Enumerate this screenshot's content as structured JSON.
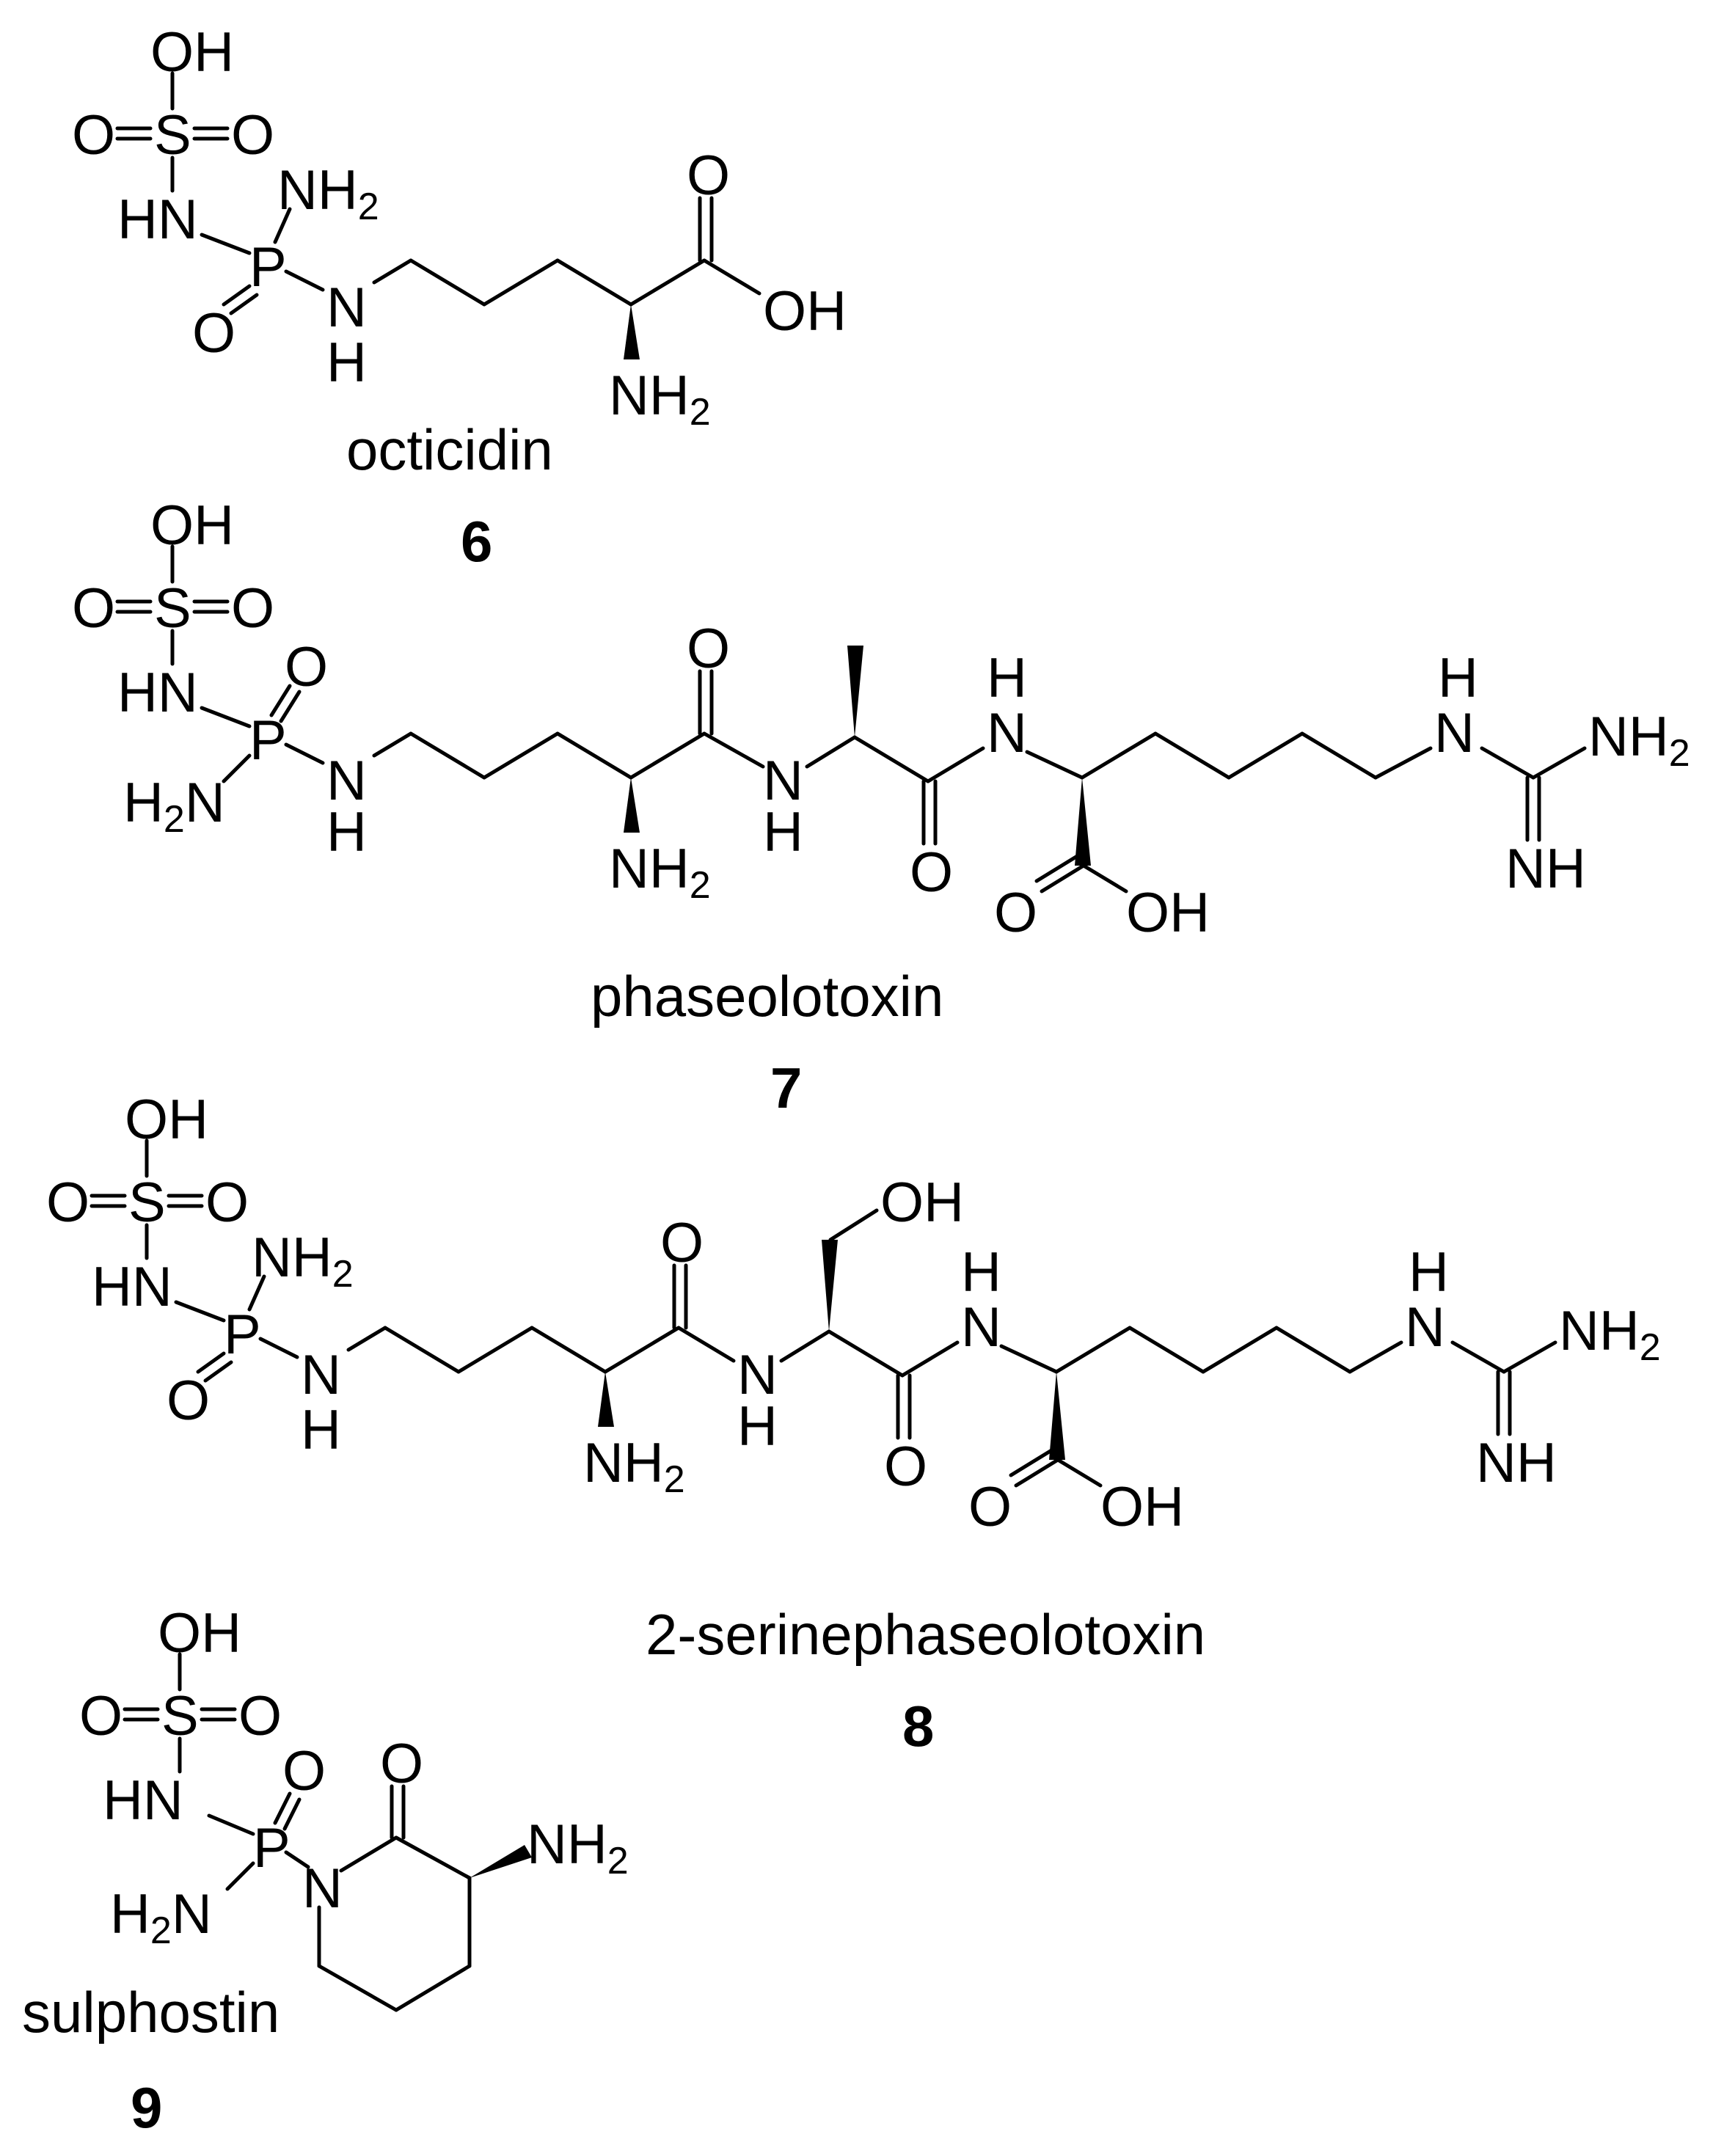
{
  "compounds": [
    {
      "name": "octicidin",
      "number": "6"
    },
    {
      "name": "phaseolotoxin",
      "number": "7"
    },
    {
      "name": "2-serinephaseolotoxin",
      "number": "8"
    },
    {
      "name": "sulphostin",
      "number": "9"
    }
  ],
  "atoms": {
    "oh": "OH",
    "o": "O",
    "s": "S",
    "p": "P",
    "n": "N",
    "h": "H",
    "hn": "HN",
    "nh": "NH",
    "nh2": "NH",
    "h2n": "H",
    "sub2": "2"
  }
}
